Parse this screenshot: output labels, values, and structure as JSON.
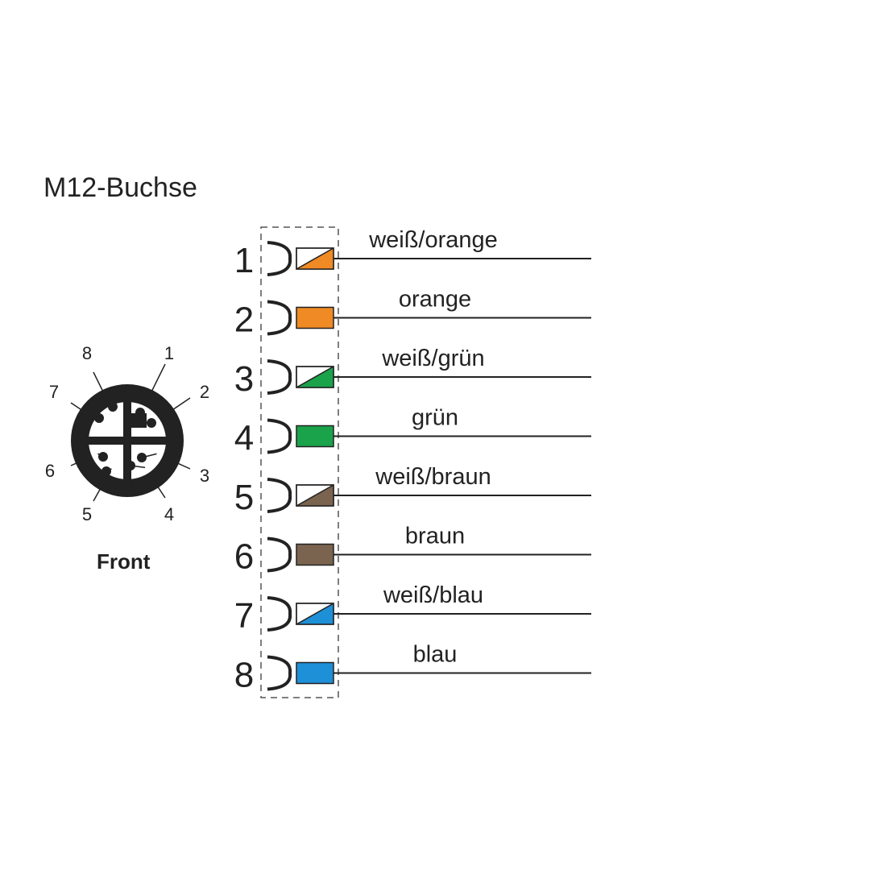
{
  "title": "M12-Buchse",
  "front_label": "Front",
  "colors": {
    "white": "#ffffff",
    "orange": "#f08a24",
    "green": "#1aa34a",
    "brown": "#7a6450",
    "blue": "#1e90d8",
    "line": "#222222"
  },
  "connector_pins": [
    "1",
    "2",
    "3",
    "4",
    "5",
    "6",
    "7",
    "8"
  ],
  "wires": [
    {
      "pin": "1",
      "label": "weiß/orange",
      "color": "orange",
      "striped": true
    },
    {
      "pin": "2",
      "label": "orange",
      "color": "orange",
      "striped": false
    },
    {
      "pin": "3",
      "label": "weiß/grün",
      "color": "green",
      "striped": true
    },
    {
      "pin": "4",
      "label": "grün",
      "color": "green",
      "striped": false
    },
    {
      "pin": "5",
      "label": "weiß/braun",
      "color": "brown",
      "striped": true
    },
    {
      "pin": "6",
      "label": "braun",
      "color": "brown",
      "striped": false
    },
    {
      "pin": "7",
      "label": "weiß/blau",
      "color": "blue",
      "striped": true
    },
    {
      "pin": "8",
      "label": "blau",
      "color": "blue",
      "striped": false
    }
  ]
}
